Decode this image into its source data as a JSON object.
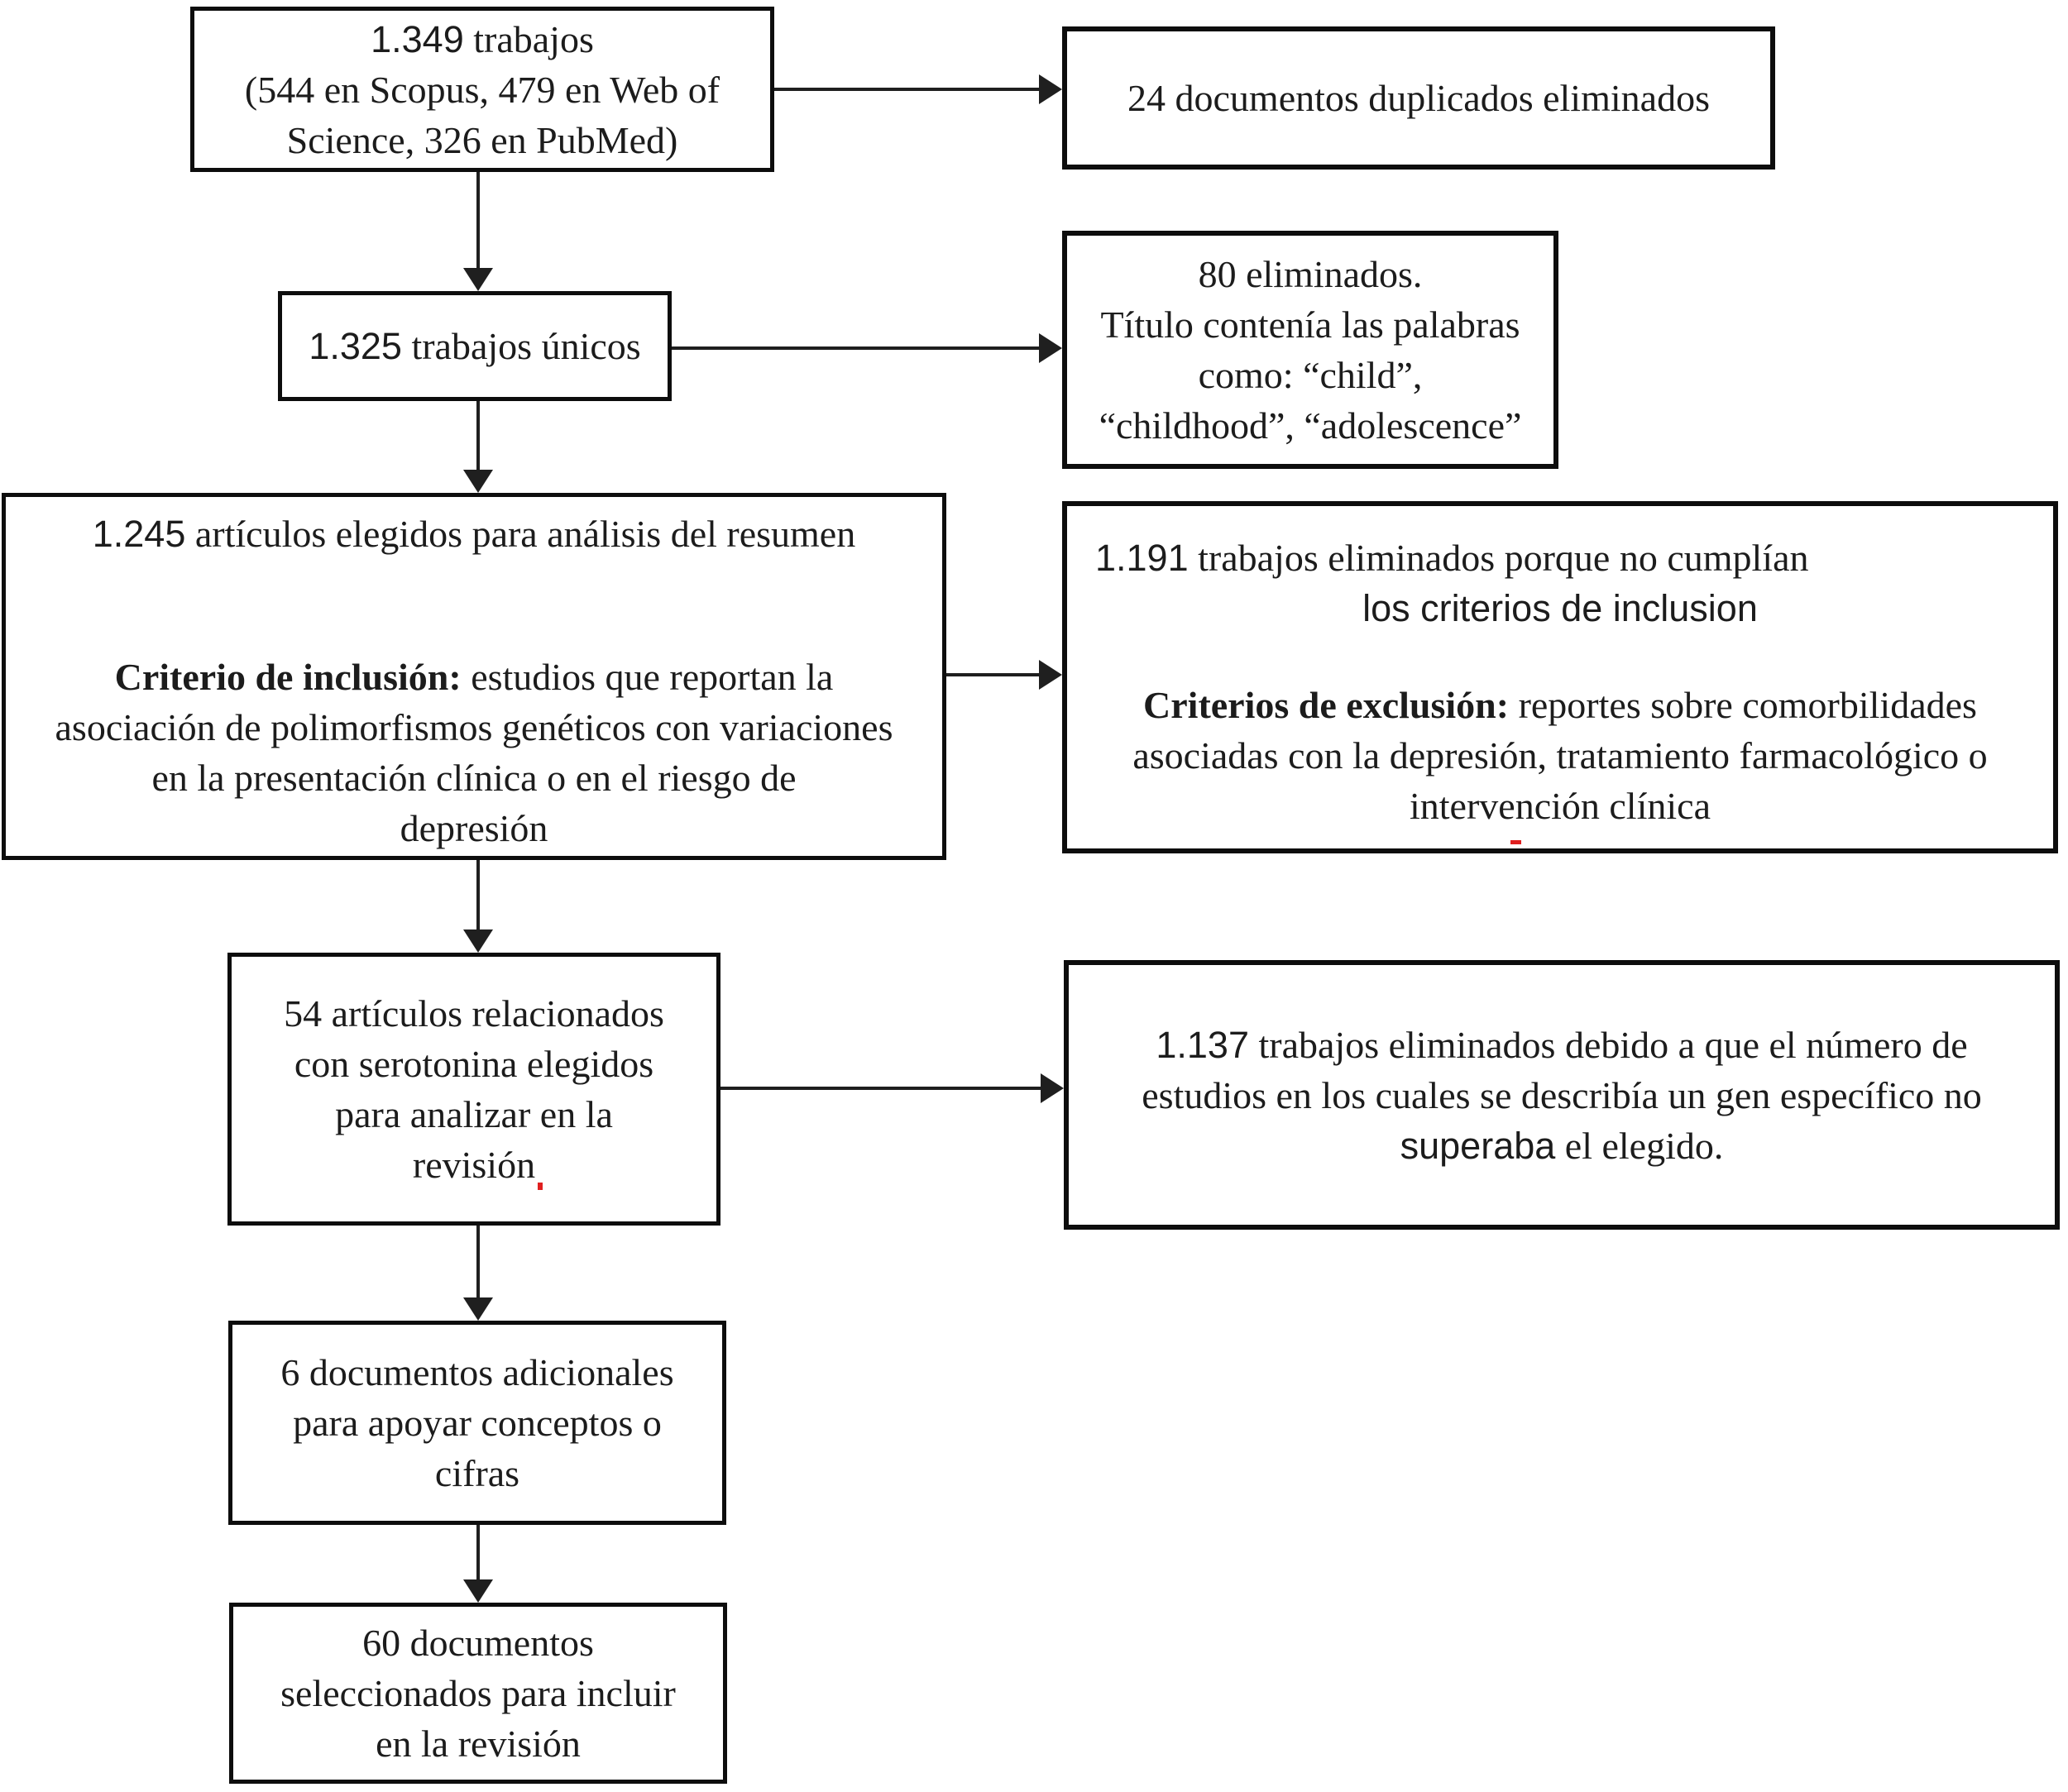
{
  "diagram": {
    "type": "prisma-flow",
    "language": "es",
    "colors": {
      "background": "#ffffff",
      "box_border": "#0d0d0d",
      "text": "#1c1c1c",
      "artifact_red": "#e02020"
    }
  },
  "boxes": {
    "box1": {
      "count": "1.349",
      "count_suffix": " trabajos",
      "line2": "(544 en Scopus, 479 en Web of",
      "line3": "Science, 326 en PubMed)"
    },
    "box2": {
      "text": "24 documentos duplicados eliminados"
    },
    "box3": {
      "count": "1.325",
      "count_suffix": " trabajos únicos"
    },
    "box4": {
      "line1": "80 eliminados.",
      "line2": "Título contenía las palabras",
      "line3": "como: “child”,",
      "line4": "“childhood”, “adolescence”"
    },
    "box5": {
      "count": "1.245",
      "title_rest": " artículos elegidos para análisis del resumen",
      "criteria_label": "Criterio de inclusión:",
      "criteria_line1": " estudios que reportan la",
      "criteria_line2": "asociación de polimorfismos genéticos con variaciones",
      "criteria_line3": "en la presentación clínica o en el riesgo de",
      "criteria_line4": "depresión"
    },
    "box6": {
      "count": "1.191",
      "line1_rest": " trabajos eliminados porque no cumplían",
      "line2": "los criterios de inclusion",
      "criteria_label": "Criterios de exclusión:",
      "criteria_line1": " reportes sobre comorbilidades",
      "criteria_line2": "asociadas con la depresión, tratamiento farmacológico o",
      "criteria_line3": "intervención clínica"
    },
    "box7": {
      "line1": "54 artículos relacionados",
      "line2": "con serotonina elegidos",
      "line3": "para analizar en la",
      "line4": "revisión"
    },
    "box8": {
      "count": "1.137",
      "line1_rest": " trabajos eliminados debido a que el número de",
      "line2": "estudios en los cuales se describía un gen específico no",
      "line3_sans": "superaba",
      "line3_rest": " el elegido."
    },
    "box9": {
      "line1": "6 documentos adicionales",
      "line2": "para apoyar conceptos o",
      "line3": "cifras"
    },
    "box10": {
      "line1": "60 documentos",
      "line2": "seleccionados para incluir",
      "line3": "en la revisión"
    }
  }
}
